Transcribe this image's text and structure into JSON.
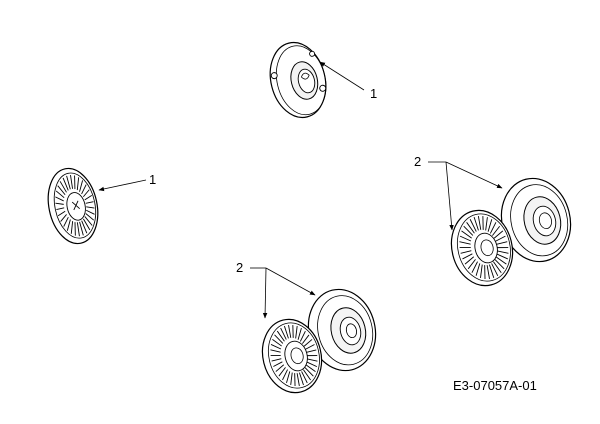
{
  "diagram": {
    "callouts": [
      {
        "id": "top-hubcap",
        "label": "1"
      },
      {
        "id": "left-wheel",
        "label": "1"
      },
      {
        "id": "right-pair",
        "label": "2"
      },
      {
        "id": "bottom-pair",
        "label": "2"
      }
    ],
    "drawing_code": "E3-07057A-01",
    "colors": {
      "line": "#000000",
      "background": "#ffffff",
      "shade": "#e6e6e6"
    }
  }
}
